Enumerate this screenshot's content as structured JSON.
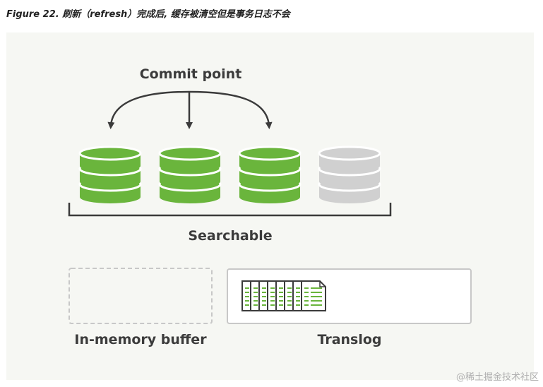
{
  "caption": "Figure 22. 刷新（refresh）完成后, 缓存被清空但是事务日志不会",
  "diagram": {
    "commit_point_label": "Commit point",
    "searchable_label": "Searchable",
    "buffer_label": "In-memory buffer",
    "translog_label": "Translog",
    "segments": [
      {
        "state": "committed"
      },
      {
        "state": "committed"
      },
      {
        "state": "committed"
      },
      {
        "state": "uncommitted"
      }
    ],
    "translog_pages": 8,
    "colors": {
      "committed": "#6ab53c",
      "uncommitted": "#d0d0d0",
      "panel_bg": "#f6f7f3",
      "line": "#3b3b3b"
    }
  },
  "watermark": "@稀土掘金技术社区"
}
